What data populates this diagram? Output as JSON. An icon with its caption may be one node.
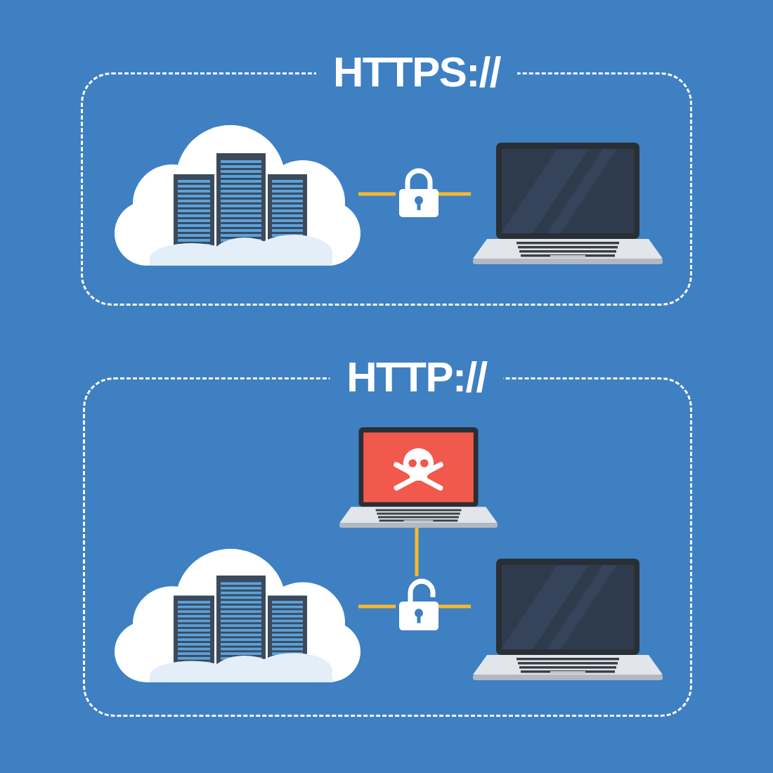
{
  "diagram": {
    "nodes": [
      {
        "text": [
          "HTTPS://"
        ]
      },
      {
        "text": [],
        "shape": "picture",
        "in": 0
      },
      {
        "text": [],
        "shape": "picture",
        "in": 0
      },
      {
        "text": [],
        "shape": "picture",
        "in": 0
      },
      {
        "text": [
          "HTTP://"
        ]
      },
      {
        "text": [],
        "shape": "picture",
        "in": 4
      },
      {
        "text": [],
        "shape": "picture",
        "in": 4
      },
      {
        "text": [],
        "shape": "picture",
        "in": 4
      },
      {
        "text": [],
        "shape": "picture",
        "in": 4
      }
    ],
    "edges": [
      {
        "from": 1,
        "to": 2,
        "arrow": "none"
      },
      {
        "from": 2,
        "to": 3,
        "arrow": "none"
      },
      {
        "from": 5,
        "to": 7,
        "arrow": "none"
      },
      {
        "from": 6,
        "to": 7,
        "arrow": "none"
      },
      {
        "from": 7,
        "to": 8,
        "arrow": "none"
      }
    ]
  }
}
